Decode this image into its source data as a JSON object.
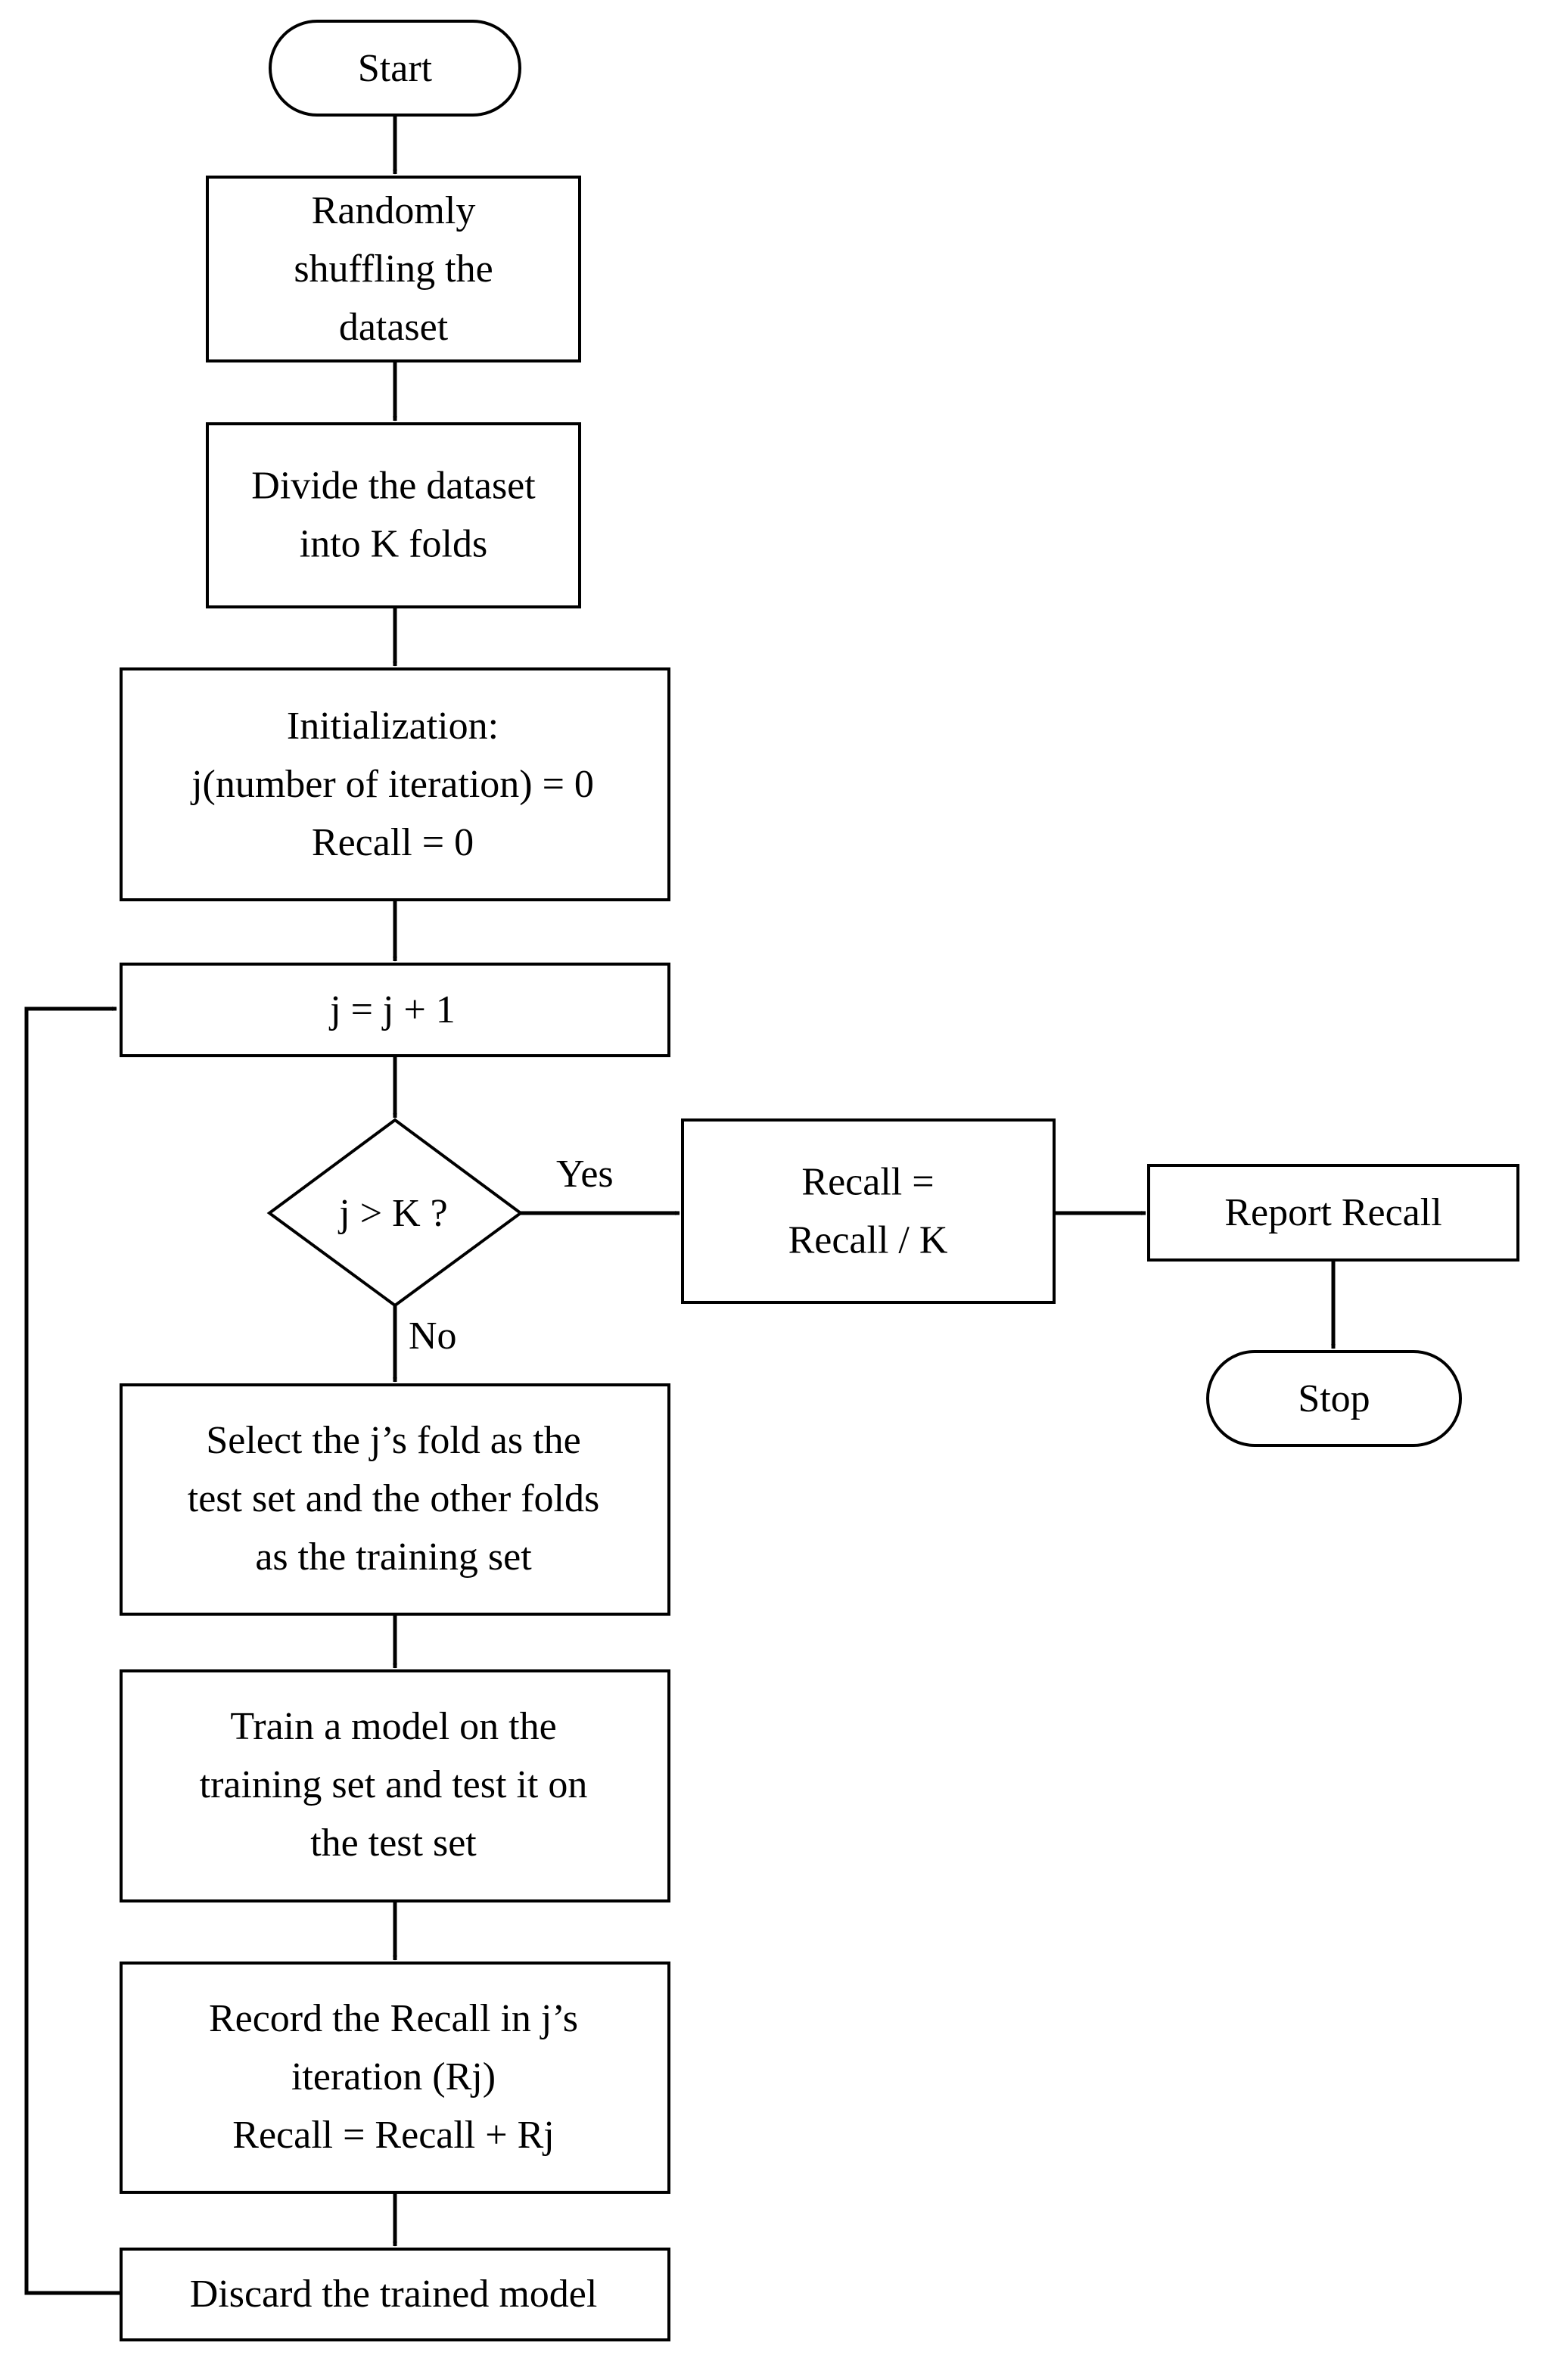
{
  "nodes": {
    "start": {
      "lines": [
        "Start"
      ]
    },
    "shuffle": {
      "lines": [
        "Randomly",
        "shuffling the",
        "dataset"
      ]
    },
    "divide": {
      "lines": [
        "Divide the dataset",
        "into K folds"
      ]
    },
    "init": {
      "lines": [
        "Initialization:",
        "j(number of iteration) = 0",
        "Recall = 0"
      ]
    },
    "increment": {
      "lines": [
        "j = j + 1"
      ]
    },
    "decision": {
      "lines": [
        "j > K ?"
      ]
    },
    "average": {
      "lines": [
        "Recall =",
        "Recall / K"
      ]
    },
    "report": {
      "lines": [
        "Report Recall"
      ]
    },
    "stop": {
      "lines": [
        "Stop"
      ]
    },
    "select": {
      "lines": [
        "Select the j’s fold as the",
        "test set and the other folds",
        "as the training set"
      ]
    },
    "train": {
      "lines": [
        "Train a model on the",
        "training set and test it on",
        "the test set"
      ]
    },
    "record": {
      "lines": [
        "Record the Recall in j’s",
        "iteration (Rj)",
        "Recall = Recall + Rj"
      ]
    },
    "discard": {
      "lines": [
        "Discard the trained model"
      ]
    }
  },
  "edge_labels": {
    "yes": "Yes",
    "no": "No"
  }
}
